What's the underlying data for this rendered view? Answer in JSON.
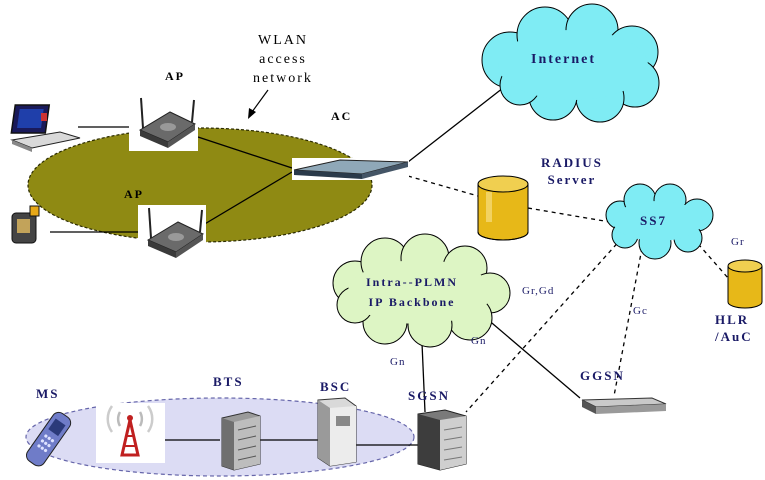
{
  "labels": {
    "wlan_line1": "WLAN",
    "wlan_line2": "access",
    "wlan_line3": "network",
    "ap_top": "AP",
    "ap_bottom": "AP",
    "ac": "AC",
    "internet": "Internet",
    "radius_line1": "RADIUS",
    "radius_line2": "Server",
    "ss7": "SS7",
    "gr": "Gr",
    "plmn_line1": "Intra--PLMN",
    "plmn_line2": "IP Backbone",
    "gr_gd": "Gr,Gd",
    "gc": "Gc",
    "gn_left": "Gn",
    "gn_right": "Gn",
    "hlr_line1": "HLR",
    "hlr_line2": "/AuC",
    "ggsn": "GGSN",
    "sgsn": "SGSN",
    "bsc": "BSC",
    "bts": "BTS",
    "ms": "MS"
  },
  "colors": {
    "wlan_ellipse": "#8f8a13",
    "gsm_ellipse": "#dcdcf4",
    "internet_cloud": "#7fecf4",
    "ss7_cloud": "#7fecf4",
    "plmn_cloud": "#ddf5c4",
    "cylinder": "#e7b818",
    "label_navy": "#1a1a66"
  },
  "icons": [
    "laptop-icon",
    "pda-icon",
    "access-point-icon",
    "access-controller-icon",
    "database-cylinder-icon",
    "cell-tower-icon",
    "bts-cabinet-icon",
    "bsc-cabinet-icon",
    "sgsn-server-icon",
    "ggsn-router-icon",
    "mobile-phone-icon"
  ]
}
